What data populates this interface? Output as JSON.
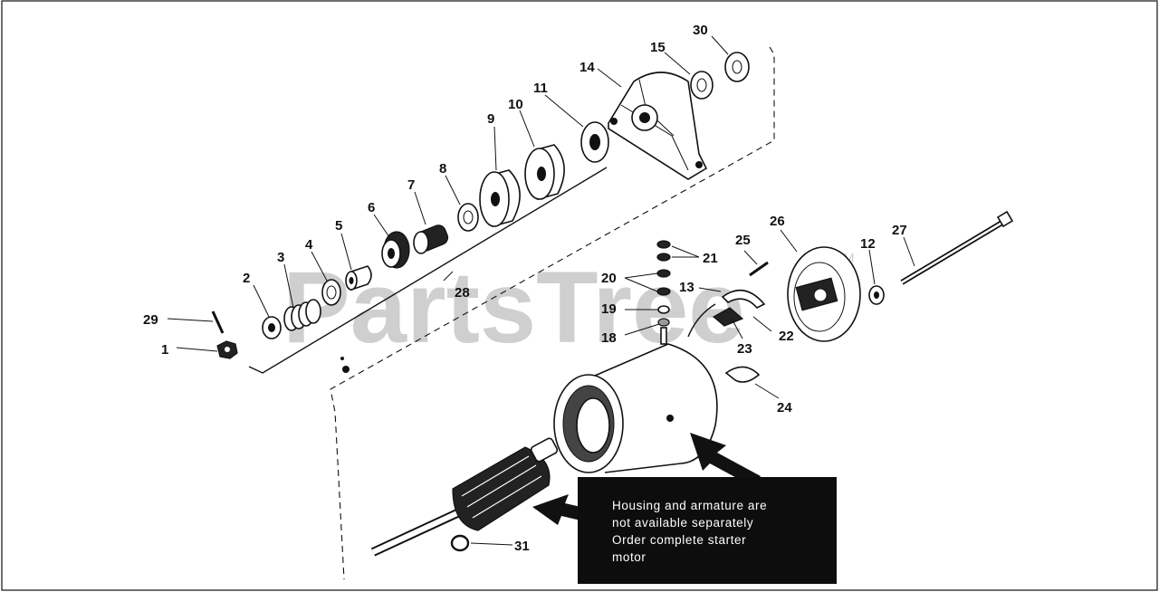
{
  "watermark": {
    "text": "PartsTree",
    "trademark": "TM"
  },
  "callouts": {
    "c1": "1",
    "c2": "2",
    "c3": "3",
    "c4": "4",
    "c5": "5",
    "c6": "6",
    "c7": "7",
    "c8": "8",
    "c9": "9",
    "c10": "10",
    "c11": "11",
    "c12": "12",
    "c13": "13",
    "c14": "14",
    "c15": "15",
    "c18": "18",
    "c19": "19",
    "c20": "20",
    "c21": "21",
    "c22": "22",
    "c23": "23",
    "c24": "24",
    "c25": "25",
    "c26": "26",
    "c27": "27",
    "c28": "28",
    "c29": "29",
    "c30": "30",
    "c31": "31"
  },
  "note": {
    "line1": "Housing and armature are",
    "line2": "not available separately",
    "line3": "Order complete starter",
    "line4": "motor"
  }
}
